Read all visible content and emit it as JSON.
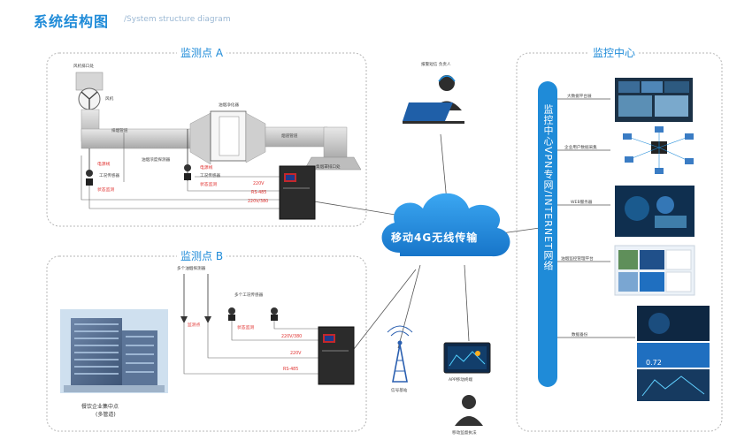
{
  "header": {
    "title": "系统结构图",
    "subtitle": "/System structure diagram"
  },
  "site_a": {
    "title": "监测点 A",
    "fan_outlet": "风机排口处",
    "fan": "风机",
    "exhaust_pipe": "排烟管道",
    "purifier": "油烟净化器",
    "smoke_pipe": "烟道管道",
    "stove_outlet": "集烟罩排口处",
    "cond_sensor": "油烟浓度探测器",
    "condition_sensor_top": "工况传感器",
    "condition_sensor_bottom": "工况传感器",
    "ctrl_current_1": "电源线",
    "ctrl_status_1": "状态监测",
    "ctrl_current_2": "电源线",
    "ctrl_status_2": "状态监测",
    "line_220": "220V",
    "line_rs485": "RS-485",
    "line_220_380": "220V/380"
  },
  "site_b": {
    "title": "监测点 B",
    "multi_sensor": "多个油烟探测器",
    "multi_condition": "多个工况传感器",
    "detection_point": "监测点",
    "status_monitor": "状态监测",
    "line_220_380": "220V/380",
    "line_220": "220V",
    "line_rs485": "RS-485",
    "building_line1": "餐饮企业集中点",
    "building_line2": "(多管道)"
  },
  "network": {
    "cloud_label": "移动4G无线传输",
    "tower_label": "信号基站"
  },
  "people": {
    "operator": "报警短信 负责人",
    "mobile_app": "APP移动终端",
    "mobile_law": "移动监督执法"
  },
  "center": {
    "title": "监控中心",
    "vpn_label": "监控中心VPN专网/INTERNET网络",
    "items": [
      {
        "label": "大数据平台展"
      },
      {
        "label": "企业用户数据采集"
      },
      {
        "label": "WEB服务器"
      },
      {
        "label": "油烟监控管理平台"
      },
      {
        "label": "数据备份"
      }
    ]
  },
  "screens": {
    "gauge_value": "0.72",
    "gauge_value_2": "0.72"
  },
  "colors": {
    "accent": "#1f8bd8",
    "red": "#e0312f",
    "cloud": "#1e8fe0",
    "device_red": "#c4272b"
  }
}
